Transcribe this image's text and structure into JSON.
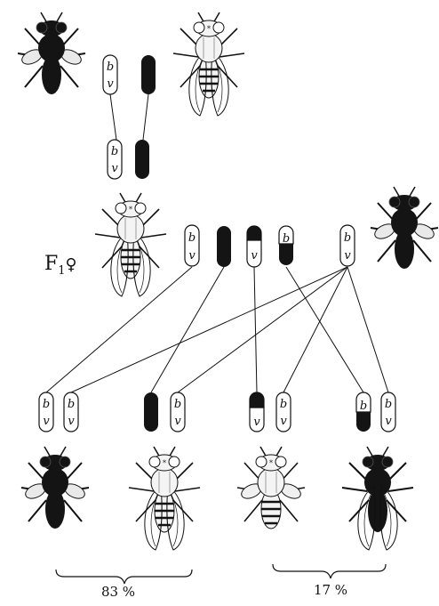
{
  "labels": {
    "f1": "F",
    "f1_sub": "1",
    "f1_sex": "♀",
    "left_percent": "83 %",
    "right_percent": "17 %"
  },
  "genes": {
    "b": "b",
    "v": "v"
  },
  "colors": {
    "ink": "#111111",
    "paper": "#ffffff",
    "fly_black": "#141414",
    "fly_light": "#f4f4f4"
  }
}
